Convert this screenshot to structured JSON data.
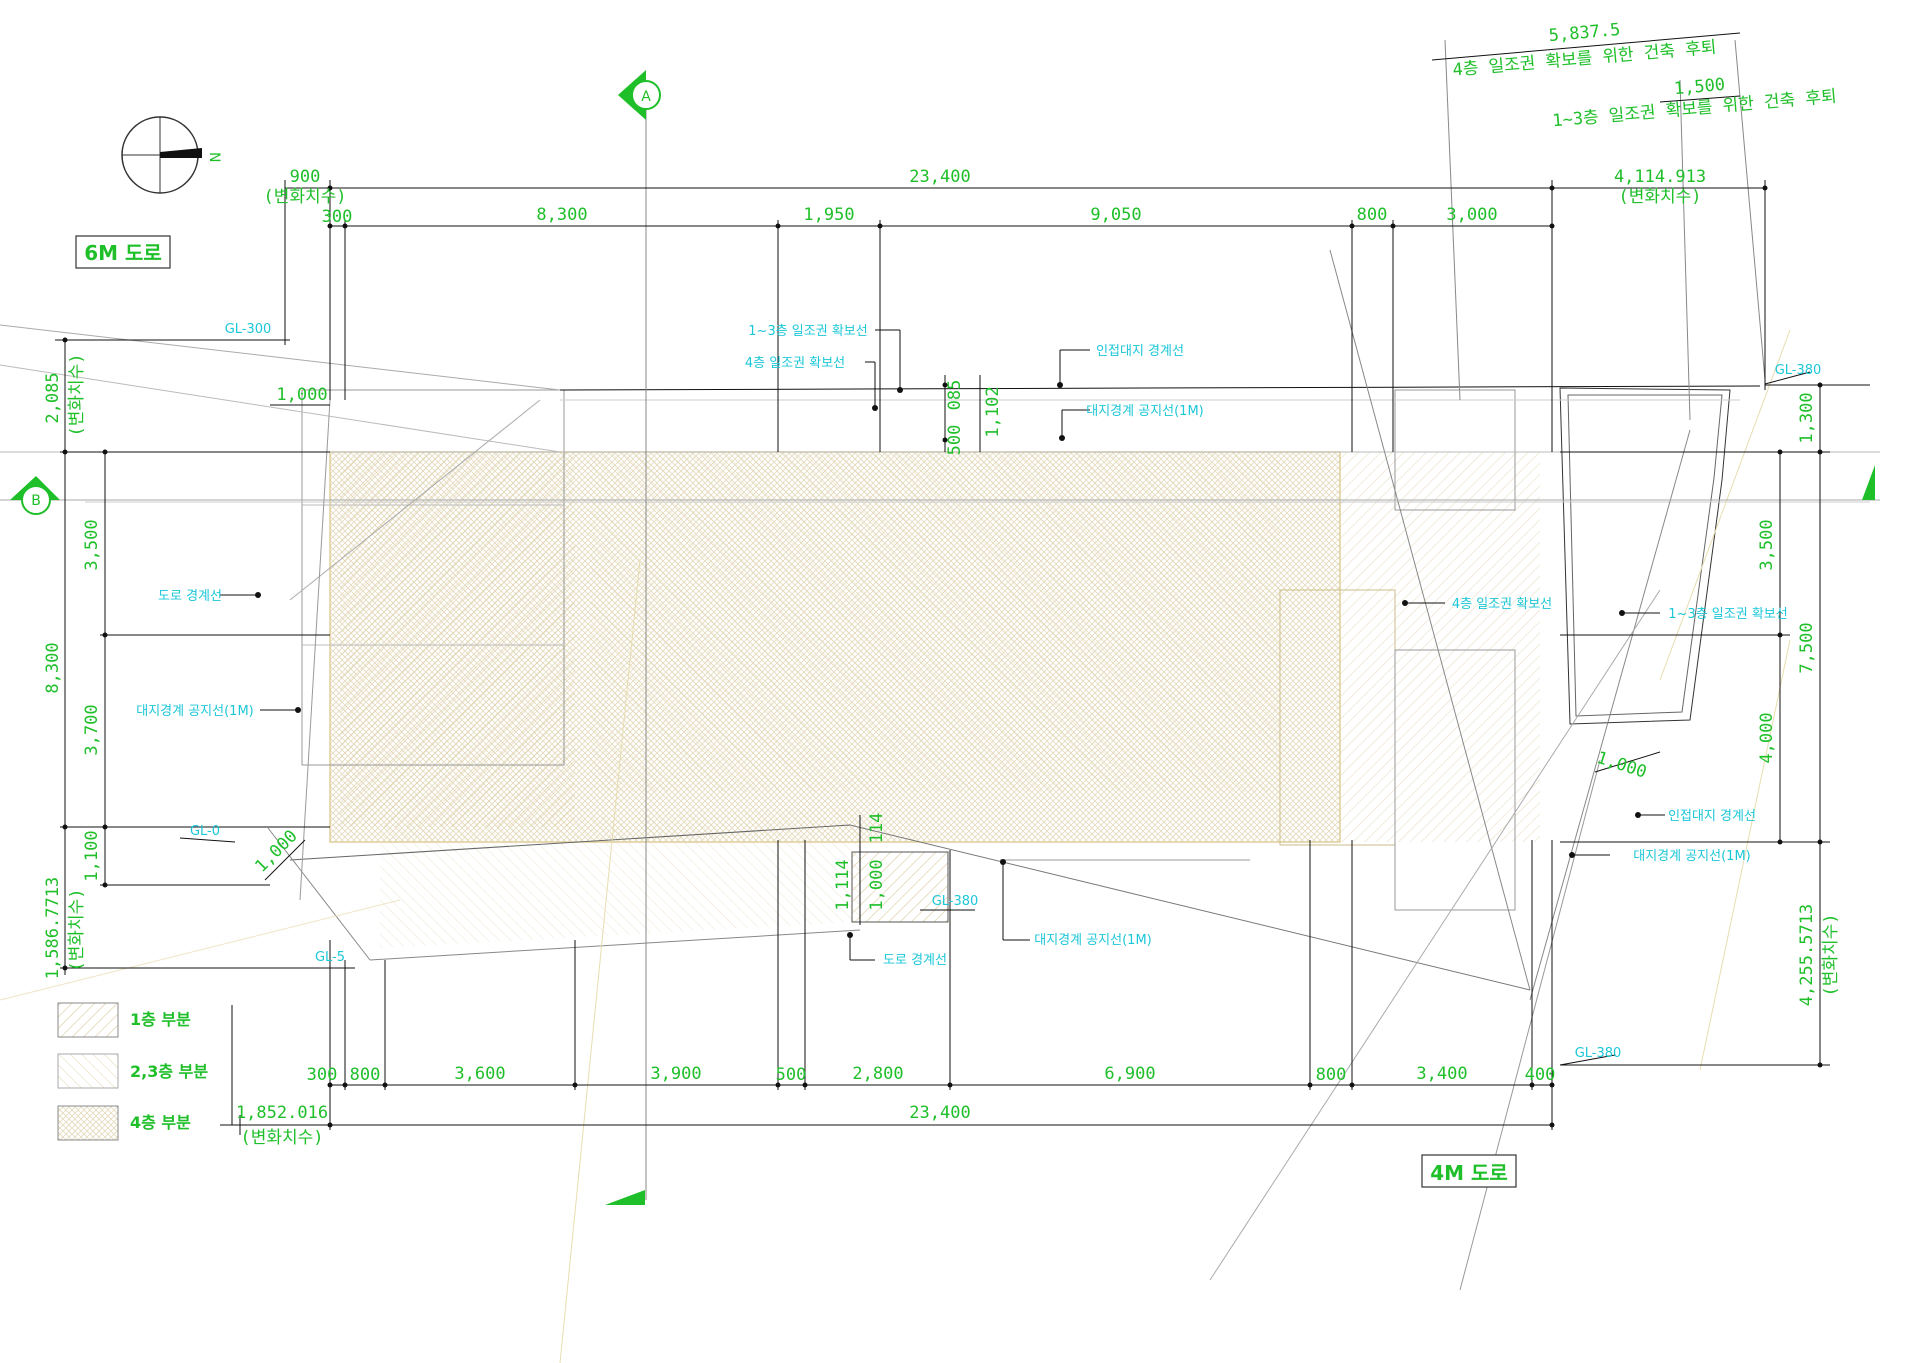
{
  "roads": {
    "road_top_left": "6M 도로",
    "road_bottom_right": "4M 도로"
  },
  "north_mark": "N",
  "section_marks": {
    "top": "A",
    "left": "B"
  },
  "top_notes": {
    "setback_4f": "4층 일조권 확보를 위한 건축 후퇴",
    "setback_1_3f": "1~3층 일조권 확보를 위한 건축 후퇴",
    "dim_5837": "5,837.5",
    "dim_1500": "1,500"
  },
  "top_dims": {
    "overall": "23,400",
    "left_offset": "900",
    "left_offset_note": "(변화치수)",
    "right_offset": "4,114.913",
    "right_offset_note": "(변화치수)",
    "seg": [
      "300",
      "8,300",
      "1,950",
      "9,050",
      "800",
      "3,000"
    ]
  },
  "bottom_dims": {
    "seg": [
      "300",
      "800",
      "3,600",
      "3,900",
      "500",
      "2,800",
      "6,900",
      "800",
      "3,400",
      "400"
    ],
    "overall": "23,400",
    "left_offset": "1,852.016",
    "left_offset_note": "(변화치수)"
  },
  "left_dims": {
    "d2085": "2,085",
    "d2085_note": "(변화치수)",
    "d3500": "3,500",
    "d8300": "8,300",
    "d3700": "3,700",
    "d1100": "1,100",
    "d1586": "1,586.7713",
    "d1586_note": "(변화치수)"
  },
  "right_dims": {
    "d1300": "1,300",
    "d3500": "3,500",
    "d7500": "7,500",
    "d4000": "4,000",
    "d4255": "4,255.5713",
    "d4255_note": "(변화치수)"
  },
  "misc_dims": {
    "d1000_top": "1,000",
    "d1000_left": "1,000",
    "d1000_right": "1,000",
    "d1114": "1,114",
    "d1000_stair": "1,000",
    "d114": "114",
    "d500": "500",
    "d085": "085",
    "d1102": "1,102"
  },
  "level_marks": {
    "gl_top_left": "GL-300",
    "gl_top_right": "GL-380",
    "gl_left_mid": "GL-0",
    "gl_left_low": "GL-5",
    "gl_stair": "GL-380",
    "gl_bottom_right": "GL-380"
  },
  "notes": {
    "n_top_1": "1~3층 일조권 확보선",
    "n_top_2": "4층 일조권 확보선",
    "n_top_3": "인접대지 경계선",
    "n_top_4": "대지경계 공지선(1M)",
    "n_left_1": "도로 경계선",
    "n_left_2": "대지경계 공지선(1M)",
    "n_right_1": "4층 일조권 확보선",
    "n_right_2": "1~3층 일조권 확보선",
    "n_right_3": "인접대지 경계선",
    "n_right_4": "대지경계 공지선(1M)",
    "n_bottom_1": "대지경계 공지선(1M)",
    "n_bottom_2": "도로 경계선"
  },
  "legend": [
    {
      "label": "1층 부분"
    },
    {
      "label": "2,3층 부분"
    },
    {
      "label": "4층 부분"
    }
  ],
  "colors": {
    "dimension_text": "#1fbf2a",
    "note_text": "#1cc7d8",
    "fill_hatch": "#c9b78a",
    "lines": "#111111"
  }
}
